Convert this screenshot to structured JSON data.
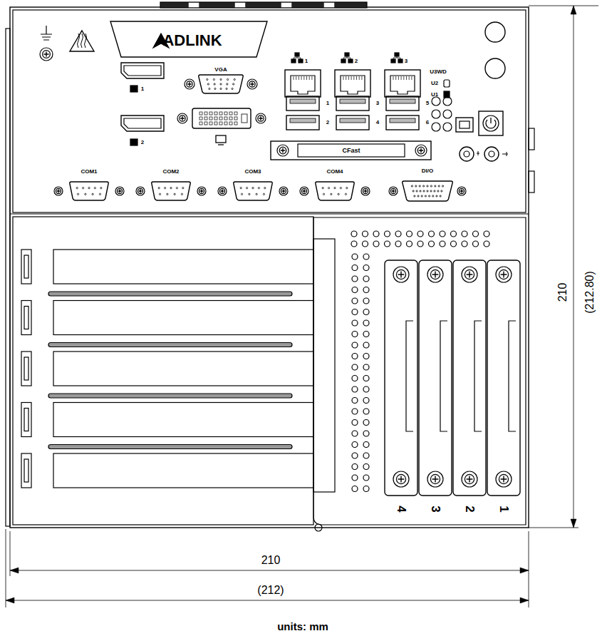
{
  "diagram": {
    "labels": [
      "ADLINK",
      "1",
      "2",
      "3",
      "U3WD",
      "U2",
      "U1",
      "VGA",
      "1",
      "2",
      "1",
      "3",
      "5",
      "2",
      "4",
      "6",
      "CFast",
      "COM1",
      "COM2",
      "COM3",
      "COM4",
      "DI/O",
      "4",
      "3",
      "2",
      "1",
      "210",
      "(212.80)",
      "210",
      "(212)",
      "units: mm"
    ]
  }
}
